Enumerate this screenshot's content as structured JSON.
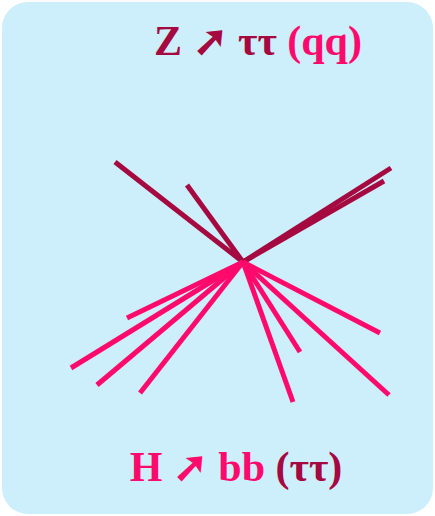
{
  "diagram": {
    "labels": [
      "Z ➚ ττ",
      "(qq)",
      "H ➚ bb",
      "(ττ)"
    ]
  }
}
